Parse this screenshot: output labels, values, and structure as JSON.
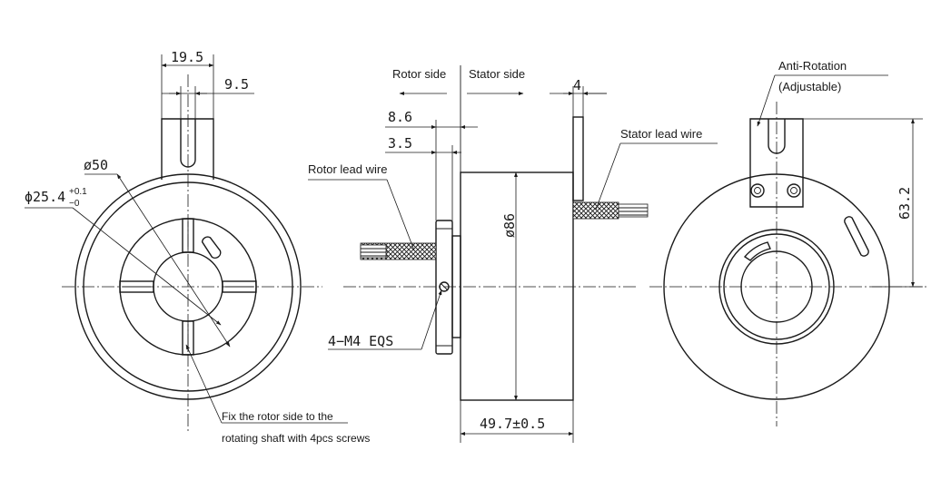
{
  "front_view": {
    "dim_tab_width": "19.5",
    "dim_tab_half": "9.5",
    "dim_outer_diameter": "ø50",
    "dim_bore": "ϕ25.4",
    "dim_bore_tol_upper": "+0.1",
    "dim_bore_tol_lower": "−0",
    "note_line1": "Fix the rotor side to the",
    "note_line2": "rotating shaft with 4pcs screws"
  },
  "side_view": {
    "rotor_side": "Rotor side",
    "stator_side": "Stator side",
    "dim_tab_thickness": "4",
    "dim_flange_offset": "8.6",
    "dim_flange_thickness": "3.5",
    "stator_lead_wire": "Stator lead wire",
    "rotor_lead_wire": "Rotor lead wire",
    "dim_body_diameter": "ø86",
    "screw_spec": "4−M4  EQS",
    "dim_length": "49.7±0.5"
  },
  "back_view": {
    "anti_rotation": "Anti-Rotation",
    "adjustable": "(Adjustable)",
    "dim_height": "63.2"
  }
}
